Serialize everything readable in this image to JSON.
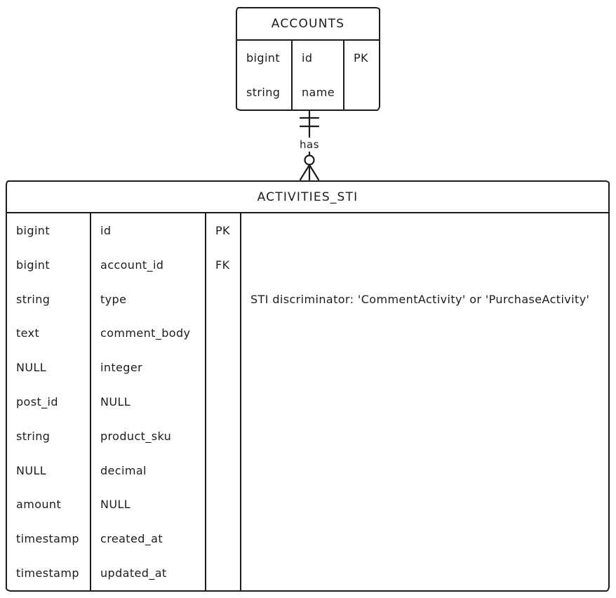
{
  "colors": {
    "stroke": "#1b1b1b",
    "background": "#ffffff",
    "text": "#1c1c1c"
  },
  "entities": {
    "accounts": {
      "title": "ACCOUNTS",
      "rows": [
        {
          "type": "bigint",
          "name": "id",
          "key": "PK"
        },
        {
          "type": "string",
          "name": "name",
          "key": ""
        }
      ]
    },
    "activities_sti": {
      "title": "ACTIVITIES_STI",
      "rows": [
        {
          "type": "bigint",
          "name": "id",
          "key": "PK",
          "comment": ""
        },
        {
          "type": "bigint",
          "name": "account_id",
          "key": "FK",
          "comment": ""
        },
        {
          "type": "string",
          "name": "type",
          "key": "",
          "comment": "STI discriminator: 'CommentActivity' or 'PurchaseActivity'"
        },
        {
          "type": "text",
          "name": "comment_body",
          "key": "",
          "comment": ""
        },
        {
          "type": "NULL",
          "name": "integer",
          "key": "",
          "comment": ""
        },
        {
          "type": "post_id",
          "name": "NULL",
          "key": "",
          "comment": ""
        },
        {
          "type": "string",
          "name": "product_sku",
          "key": "",
          "comment": ""
        },
        {
          "type": "NULL",
          "name": "decimal",
          "key": "",
          "comment": ""
        },
        {
          "type": "amount",
          "name": "NULL",
          "key": "",
          "comment": ""
        },
        {
          "type": "timestamp",
          "name": "created_at",
          "key": "",
          "comment": ""
        },
        {
          "type": "timestamp",
          "name": "updated_at",
          "key": "",
          "comment": ""
        }
      ]
    }
  },
  "relationship": {
    "label": "has",
    "from": "ACCOUNTS",
    "to": "ACTIVITIES_STI",
    "from_cardinality": "exactly-one",
    "to_cardinality": "zero-or-many"
  }
}
